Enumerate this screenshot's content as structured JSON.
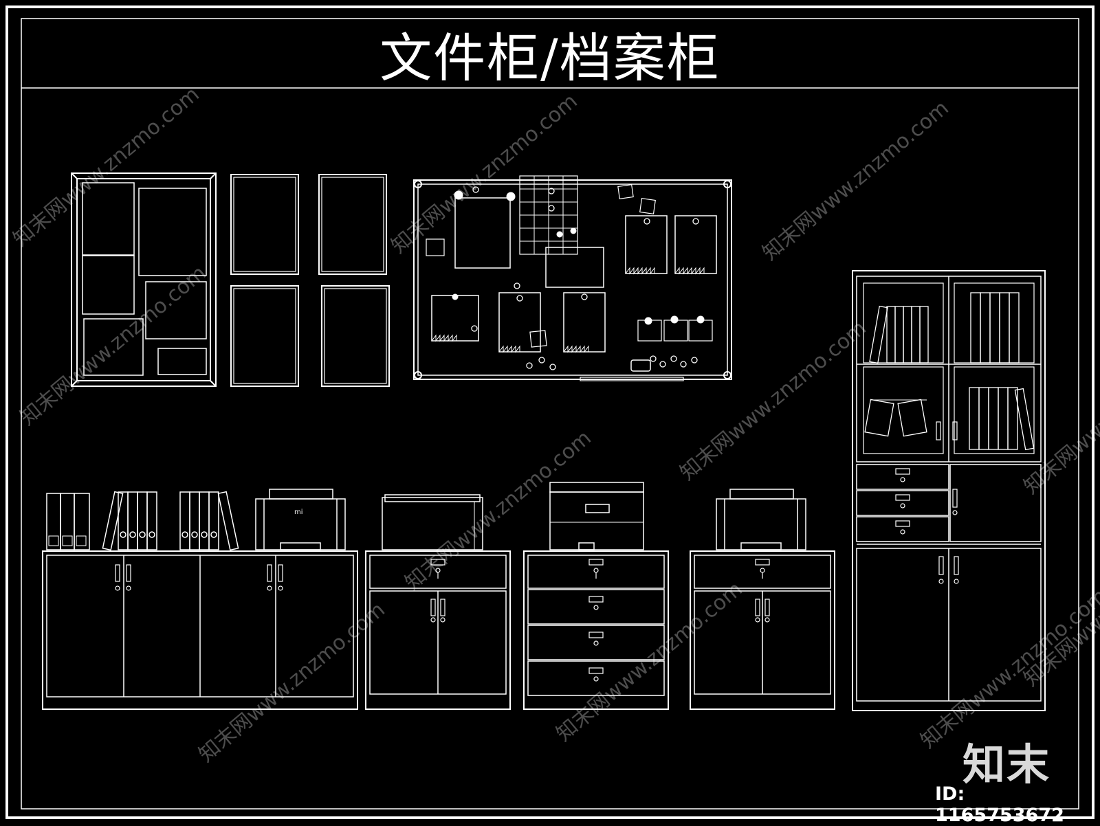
{
  "title": "文件柜/档案柜",
  "watermark": {
    "text": "知末网www.znzmo.com"
  },
  "logo": {
    "text": "知末"
  },
  "id_label": "ID: 1165753672",
  "printer_brand": "mi",
  "colors": {
    "background": "#000000",
    "line": "#ffffff",
    "watermark": "#5a5a5a"
  }
}
